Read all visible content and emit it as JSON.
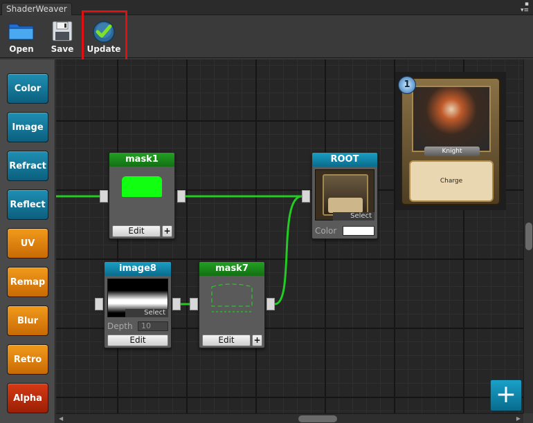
{
  "window": {
    "tab_title": "ShaderWeaver"
  },
  "toolbar": {
    "open_label": "Open",
    "save_label": "Save",
    "update_label": "Update"
  },
  "palette": [
    {
      "label": "Color",
      "color": "#1a8ab0"
    },
    {
      "label": "Image",
      "color": "#1a8ab0"
    },
    {
      "label": "Refract",
      "color": "#1a8ab0"
    },
    {
      "label": "Reflect",
      "color": "#1a8ab0"
    },
    {
      "label": "UV",
      "color": "#ef9212"
    },
    {
      "label": "Remap",
      "color": "#ef9212"
    },
    {
      "label": "Blur",
      "color": "#ef9212"
    },
    {
      "label": "Retro",
      "color": "#ef9212"
    },
    {
      "label": "Alpha",
      "color": "#c8300f"
    }
  ],
  "nodes": {
    "mask1": {
      "title": "mask1",
      "edit_label": "Edit",
      "plus_label": "+"
    },
    "root": {
      "title": "ROOT",
      "select_label": "Select",
      "color_label": "Color",
      "color_value": "#ffffff"
    },
    "image8": {
      "title": "image8",
      "select_label": "Select",
      "depth_label": "Depth",
      "depth_value": "10",
      "edit_label": "Edit"
    },
    "mask7": {
      "title": "mask7",
      "edit_label": "Edit",
      "plus_label": "+"
    }
  },
  "preview_card": {
    "cost": "1",
    "name": "Knight",
    "text": "Charge"
  },
  "canvas": {
    "add_label": "+"
  },
  "colors": {
    "wire": "#22cc22",
    "node_green": "#1a8a1a",
    "node_cyan": "#0f86ac",
    "highlight": "#e01010"
  }
}
